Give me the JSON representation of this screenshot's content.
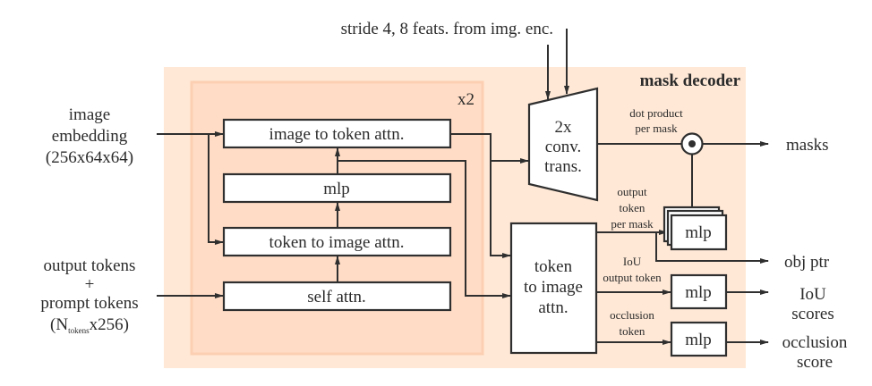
{
  "diagram": {
    "title": "mask decoder",
    "repeat_label": "x2",
    "colors": {
      "outer_region": "#FFE8D6",
      "inner_region": "#FFDCC5",
      "inner_border": "#FCCFB3",
      "stroke": "#2f2f2f",
      "box_fill": "#ffffff"
    },
    "inputs": {
      "image_embedding": [
        "image",
        "embedding",
        "(256x64x64)"
      ],
      "tokens": [
        "output tokens",
        "+",
        "prompt tokens"
      ],
      "tokens_shape_prefix": "(N",
      "tokens_shape_sub": "tokens",
      "tokens_shape_suffix": "x256)",
      "encoder_feats": "stride 4, 8 feats. from img. enc."
    },
    "inner_blocks": {
      "image_to_token": "image to token attn.",
      "mlp": "mlp",
      "token_to_image": "token to image attn.",
      "self_attn": "self attn."
    },
    "upsampler": [
      "2x",
      "conv.",
      "trans."
    ],
    "final_attn": [
      "token",
      "to image",
      "attn."
    ],
    "edge_labels": {
      "dot_product": [
        "dot product",
        "per mask"
      ],
      "output_token": [
        "output",
        "token",
        "per mask"
      ],
      "iou_token": [
        "IoU",
        "output token"
      ],
      "occlusion_token": [
        "occlusion",
        "token"
      ]
    },
    "heads": {
      "mask_mlp": "mlp",
      "iou_mlp": "mlp",
      "occlusion_mlp": "mlp"
    },
    "outputs": {
      "masks": "masks",
      "obj_ptr": "obj ptr",
      "iou": [
        "IoU",
        "scores"
      ],
      "occlusion": [
        "occlusion",
        "score"
      ]
    }
  }
}
